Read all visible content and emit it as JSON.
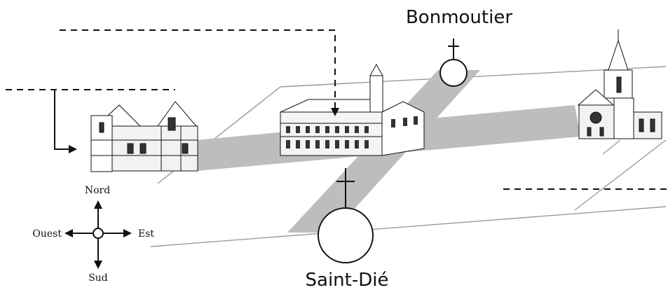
{
  "places": {
    "bonmoutier": "Bonmoutier",
    "saint_die": "Saint-Dié"
  },
  "compass": {
    "north": "Nord",
    "south": "Sud",
    "east": "Est",
    "west": "Ouest"
  },
  "colors": {
    "road_band": "#bdbdbd",
    "plane_outline": "#9a9a9a",
    "ink": "#111111"
  }
}
